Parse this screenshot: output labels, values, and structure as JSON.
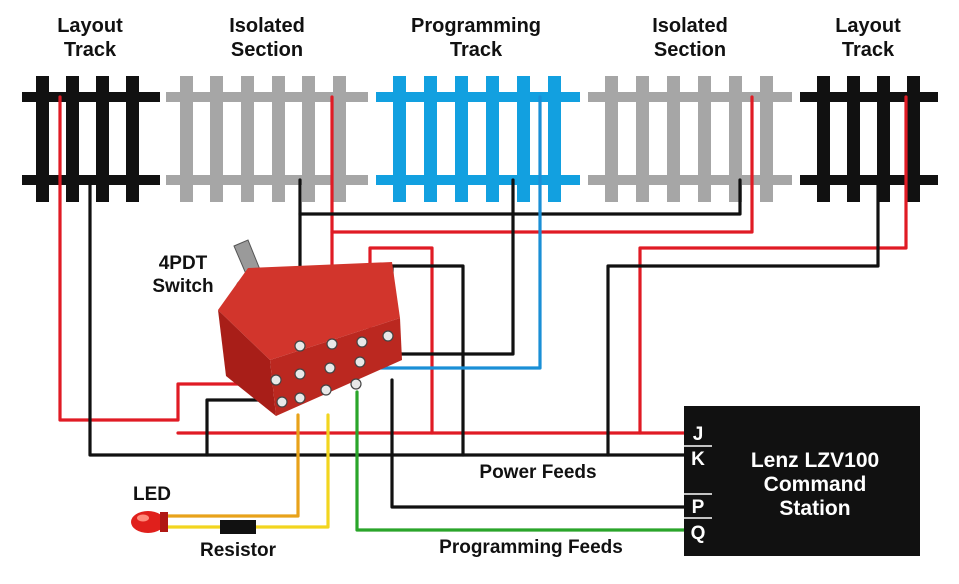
{
  "tracks": [
    {
      "id": "layout-left",
      "label_lines": [
        "Layout",
        "Track"
      ],
      "color": "#111111"
    },
    {
      "id": "isolated-left",
      "label_lines": [
        "Isolated",
        "Section"
      ],
      "color": "#a6a6a6"
    },
    {
      "id": "programming",
      "label_lines": [
        "Programming",
        "Track"
      ],
      "color": "#12a0e0"
    },
    {
      "id": "isolated-right",
      "label_lines": [
        "Isolated",
        "Section"
      ],
      "color": "#a6a6a6"
    },
    {
      "id": "layout-right",
      "label_lines": [
        "Layout",
        "Track"
      ],
      "color": "#111111"
    }
  ],
  "switch": {
    "label_lines": [
      "4PDT",
      "Switch"
    ],
    "body_color": "#c0261f"
  },
  "led": {
    "label": "LED",
    "color": "#e0201c"
  },
  "resistor": {
    "label": "Resistor"
  },
  "command_station": {
    "label_lines": [
      "Lenz LZV100",
      "Command",
      "Station"
    ],
    "terminals": [
      "J",
      "K",
      "P",
      "Q"
    ]
  },
  "feeds": {
    "power": "Power Feeds",
    "programming": "Programming Feeds"
  },
  "wire_colors": {
    "red": "#e01b24",
    "black": "#111111",
    "blue": "#1a8fd6",
    "green": "#2aa52a",
    "orange": "#e8a21a",
    "yellow": "#f2d51f"
  }
}
